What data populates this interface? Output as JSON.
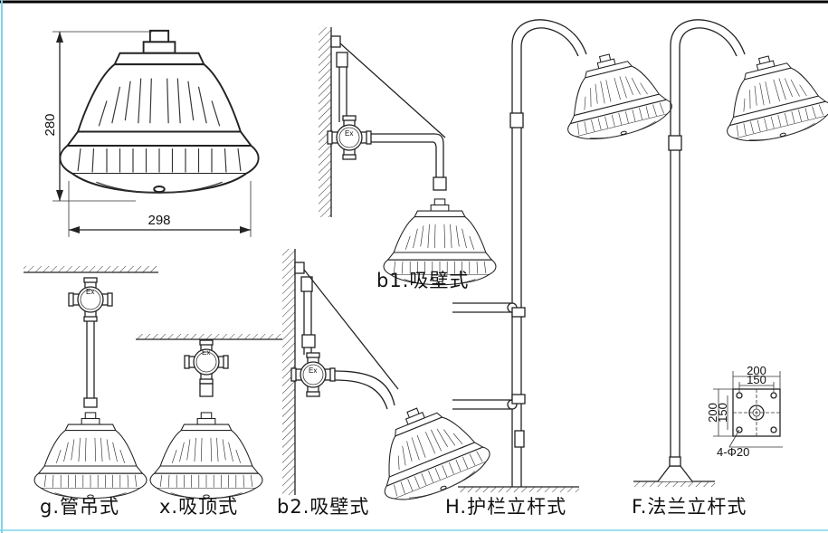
{
  "dimensions": {
    "height": "280",
    "width": "298",
    "flange_outer": "200",
    "flange_inner": "150",
    "flange_outer_v": "200",
    "flange_inner_v": "150",
    "flange_holes": "4-Φ20"
  },
  "junction_box_mark": "Ex",
  "labels": {
    "b1": "b1.吸壁式",
    "g": "g.管吊式",
    "x": "x.吸顶式",
    "b2": "b2.吸壁式",
    "h": "H.护栏立杆式",
    "f": "F.法兰立杆式"
  },
  "colors": {
    "line": "#222222",
    "border_top": "#000000",
    "border_left": "#7fd4e8"
  }
}
